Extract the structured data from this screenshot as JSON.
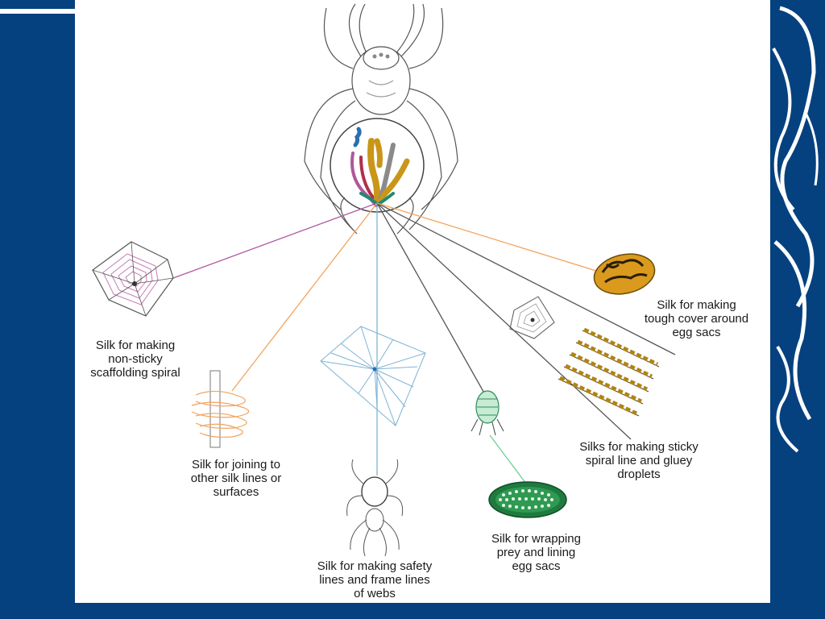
{
  "colors": {
    "slide_background": "#06417f",
    "panel_background": "#ffffff",
    "scaffold_silk": "#b0579e",
    "attachment_silk": "#f2a35e",
    "dragline_silk": "#7fb3d3",
    "wrapping_silk": "#2e8b57",
    "egg_case_silk": "#d99a1e",
    "sticky_silk": "#9a9a9a"
  },
  "labels": {
    "scaffolding": "Silk for making\nnon-sticky\nscaffolding spiral",
    "joining": "Silk for joining to\nother silk lines or\nsurfaces",
    "safety": "Silk for making safety\nlines and frame lines\nof webs",
    "wrapping": "Silk for wrapping\nprey and lining\negg sacs",
    "sticky": "Silks for making sticky\nspiral line and gluey\ndroplets",
    "egg_cover": "Silk for making\ntough cover around\negg sacs"
  }
}
